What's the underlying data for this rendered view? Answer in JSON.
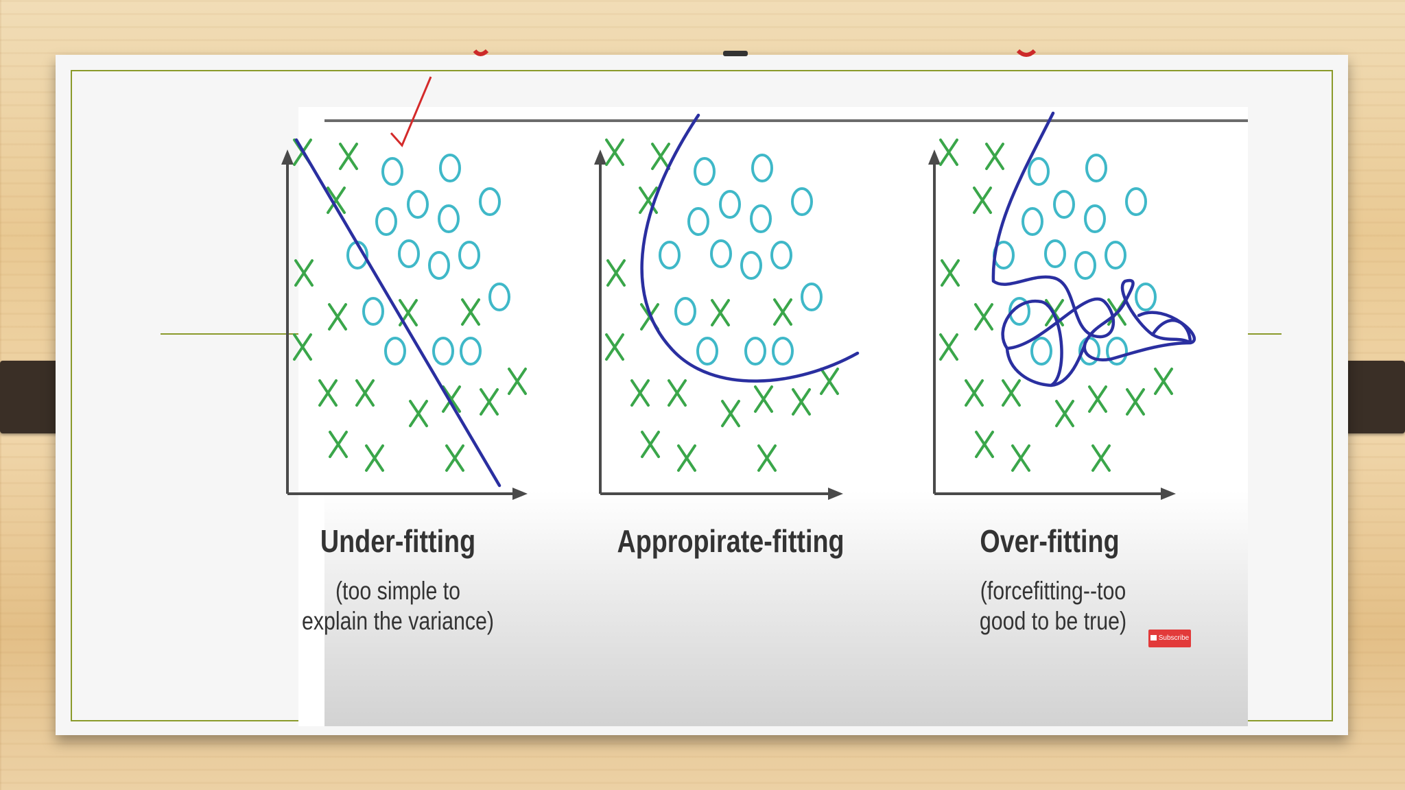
{
  "slide": {
    "panels": [
      {
        "id": "under",
        "title": "Under-fitting",
        "subtitle": "(too simple to\nexplain the variance)"
      },
      {
        "id": "appropriate",
        "title": "Appropirate-fitting",
        "subtitle": ""
      },
      {
        "id": "over",
        "title": "Over-fitting",
        "subtitle": "(forcefitting--too\ngood to be true)"
      }
    ],
    "subscribe_label": "Subscribe"
  },
  "colors": {
    "x_marker": "#3aa64a",
    "o_marker": "#3fb8c8",
    "boundary": "#2a2fa0",
    "axis": "#4a4a4a",
    "checkmark": "#d42a2a",
    "frame_accent": "#8a9a2a"
  }
}
